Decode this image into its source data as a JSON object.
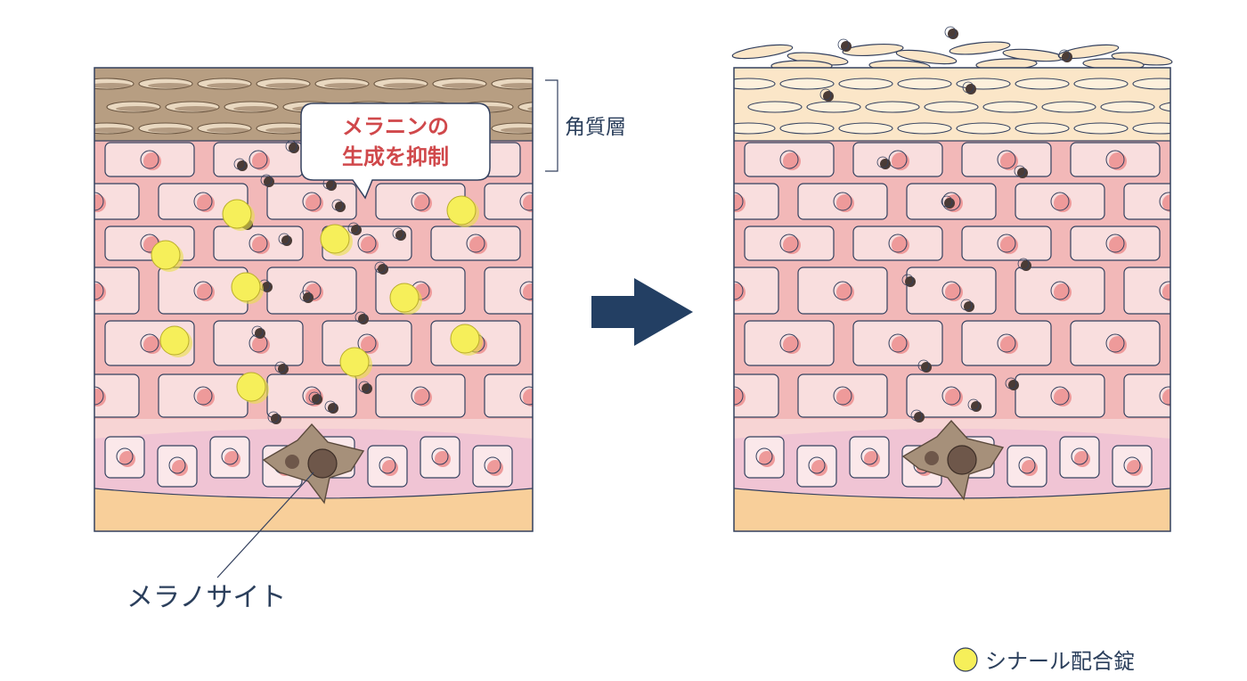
{
  "labels": {
    "stratum_corneum": "角質層",
    "bubble_line1": "メラニンの",
    "bubble_line2": "生成を抑制",
    "melanocyte": "メラノサイト",
    "legend": "シナール配合錠"
  },
  "colors": {
    "outline": "#33405e",
    "arrow": "#233f63",
    "skin_pink": "#f2b8b8",
    "cell_fill": "#f9dede",
    "nucleus": "#ee9a9a",
    "corneum_dark": "#b79e82",
    "corneum_light": "#fbe6c8",
    "fat_layer": "#f8cf9a",
    "melanin": "#4a3b36",
    "vitamin_yellow": "#f6ef5a",
    "text_red": "#d0484b",
    "text_navy": "#2b3f5c"
  },
  "icons": [
    "right-arrow-icon",
    "legend-yellow-dot-icon",
    "speech-bubble"
  ]
}
